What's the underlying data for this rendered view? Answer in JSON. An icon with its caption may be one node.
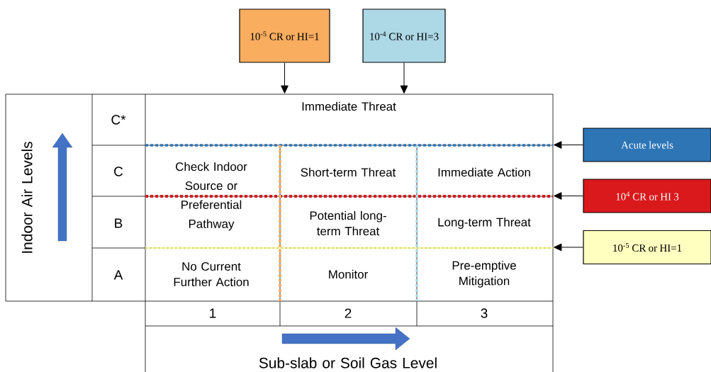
{
  "diagram": {
    "nodes": [
      {
        "text": [
          "10$^{-5}$ CR or HI=1"
        ]
      },
      {
        "text": [
          "10$^{-4}$ CR or HI=3"
        ]
      },
      {
        "text": [],
        "shape": "box"
      },
      {
        "text": [
          "Acute levels"
        ]
      },
      {
        "text": [
          "10$^{4}$ CR or HI 3"
        ]
      },
      {
        "text": [
          "10$^{-5}$ CR or HI=1"
        ]
      }
    ],
    "edges": [
      {
        "from": 0,
        "to": 2,
        "arrow": "to"
      },
      {
        "from": 1,
        "to": 2,
        "arrow": "to"
      },
      {
        "from": 3,
        "to": 2,
        "arrow": "to"
      },
      {
        "from": 4,
        "to": 2,
        "arrow": "to"
      },
      {
        "from": 5,
        "to": 2,
        "arrow": "to"
      }
    ],
    "labels": [
      "C*",
      "Immediate Threat",
      "C",
      "B",
      "A",
      "Check Indoor Source or Preferential Pathway",
      "Short-term Threat",
      "Immediate Action",
      "Potential long-term Threat",
      "Long-term Threat",
      "No Current Further Action",
      "Monitor",
      "Pre-emptive Mitigation",
      "1",
      "2",
      "3",
      "Indoor Air Levels",
      "Sub-slab or Soil Gas Level"
    ]
  }
}
